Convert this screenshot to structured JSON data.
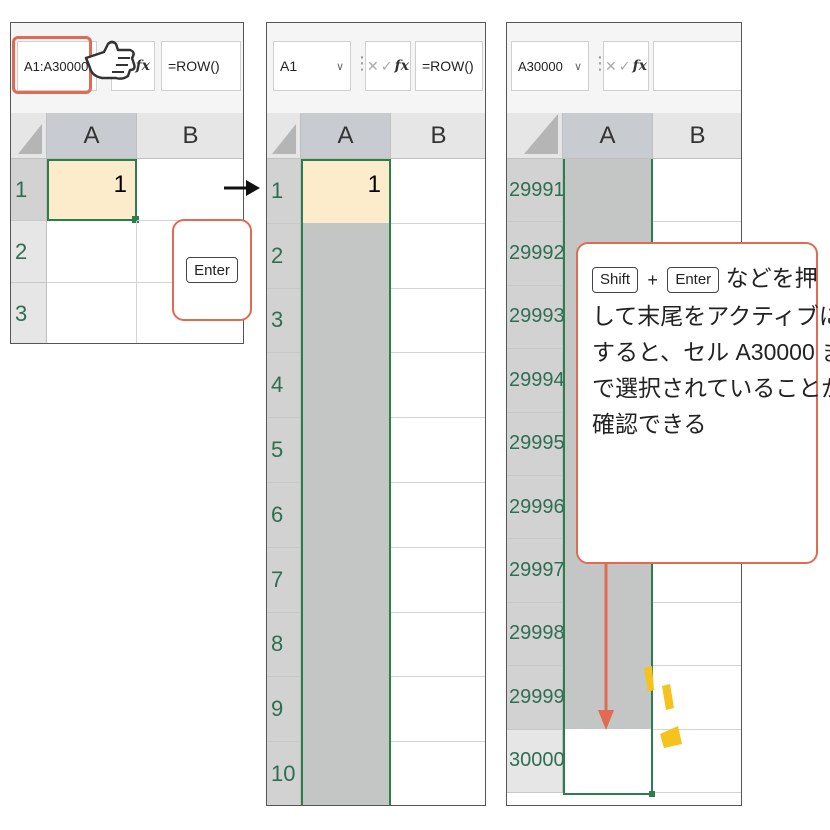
{
  "colors": {
    "accent_red": "#e06a52",
    "selection_green": "#2e7d4f",
    "selected_fill": "#c3c6c5",
    "active_fill": "#fdeccc"
  },
  "panel1": {
    "name_box": "A1:A30000",
    "fx_symbol": "fx",
    "formula": "=ROW()",
    "col_a": "A",
    "col_b": "B",
    "rows": [
      "1",
      "2",
      "3"
    ],
    "cell_a1": "1",
    "enter_key": "Enter"
  },
  "panel2": {
    "name_box": "A1",
    "fx_symbol": "fx",
    "formula": "=ROW()",
    "col_a": "A",
    "col_b": "B",
    "rows": [
      "1",
      "2",
      "3",
      "4",
      "5",
      "6",
      "7",
      "8",
      "9",
      "10"
    ],
    "cell_a1": "1"
  },
  "panel3": {
    "name_box": "A30000",
    "fx_symbol": "fx",
    "col_a": "A",
    "col_b": "B",
    "rows": [
      "29991",
      "29992",
      "29993",
      "29994",
      "29995",
      "29996",
      "29997",
      "29998",
      "29999",
      "30000"
    ]
  },
  "callout": {
    "key_shift": "Shift",
    "plus": "+",
    "key_enter": "Enter",
    "text_line1": "などを押",
    "text_line2": "して末尾をアクティブに",
    "text_line3": "すると、セル A30000 ま",
    "text_line4": "で選択されていることが",
    "text_line5": "確認できる"
  },
  "icons": [
    "pointing-hand-icon",
    "arrow-right-icon",
    "chevron-down-icon",
    "cancel-x-icon",
    "check-icon",
    "fx-icon",
    "sparkle-icon"
  ]
}
